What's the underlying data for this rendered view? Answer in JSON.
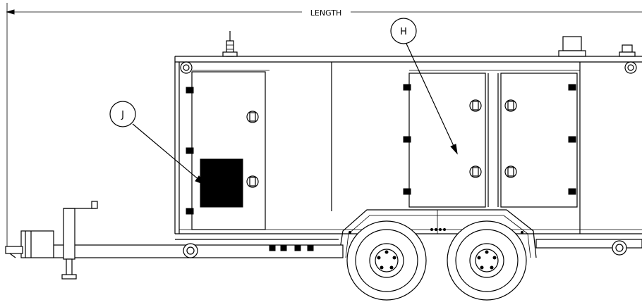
{
  "diagram": {
    "dimension_label": "LENGTH",
    "callouts": [
      {
        "id": "callout-h",
        "letter": "H"
      },
      {
        "id": "callout-j",
        "letter": "J"
      }
    ]
  }
}
